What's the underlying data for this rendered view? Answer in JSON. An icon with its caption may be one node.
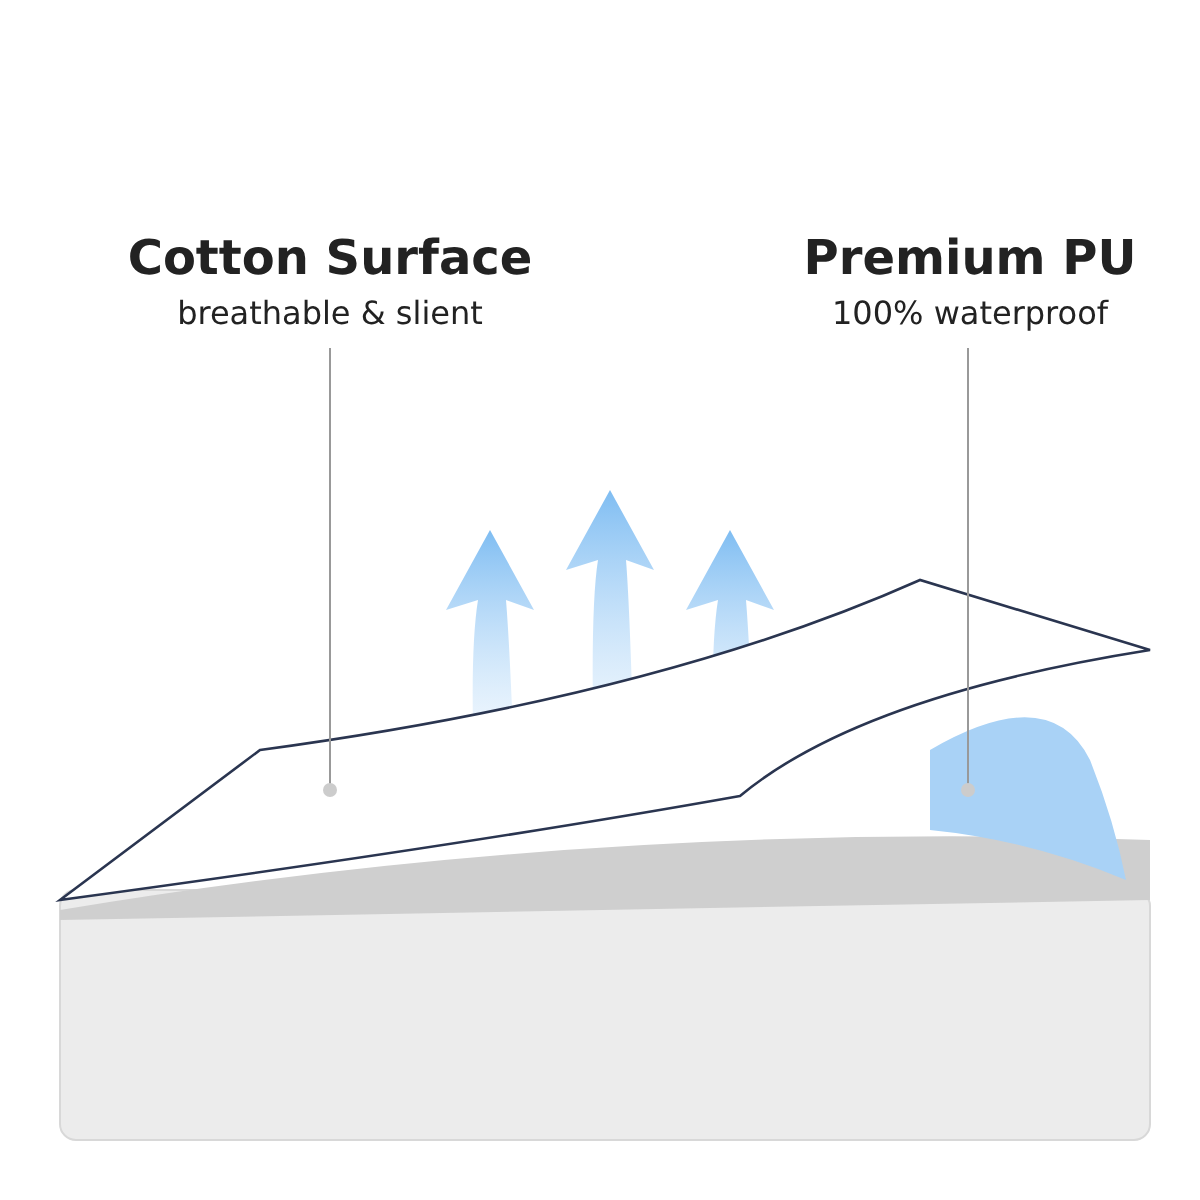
{
  "diagram": {
    "nodes": [
      {
        "text": [
          "Cotton Surface",
          "breathable & slient"
        ]
      },
      {
        "text": [
          "Premium PU",
          "100% waterproof"
        ]
      },
      {
        "text": [],
        "shape": "picture"
      },
      {
        "text": [],
        "shape": "picture"
      }
    ],
    "edges": [
      {
        "from": 0,
        "to": 2,
        "arrow": "other"
      },
      {
        "from": 1,
        "to": 3,
        "arrow": "other"
      }
    ]
  }
}
